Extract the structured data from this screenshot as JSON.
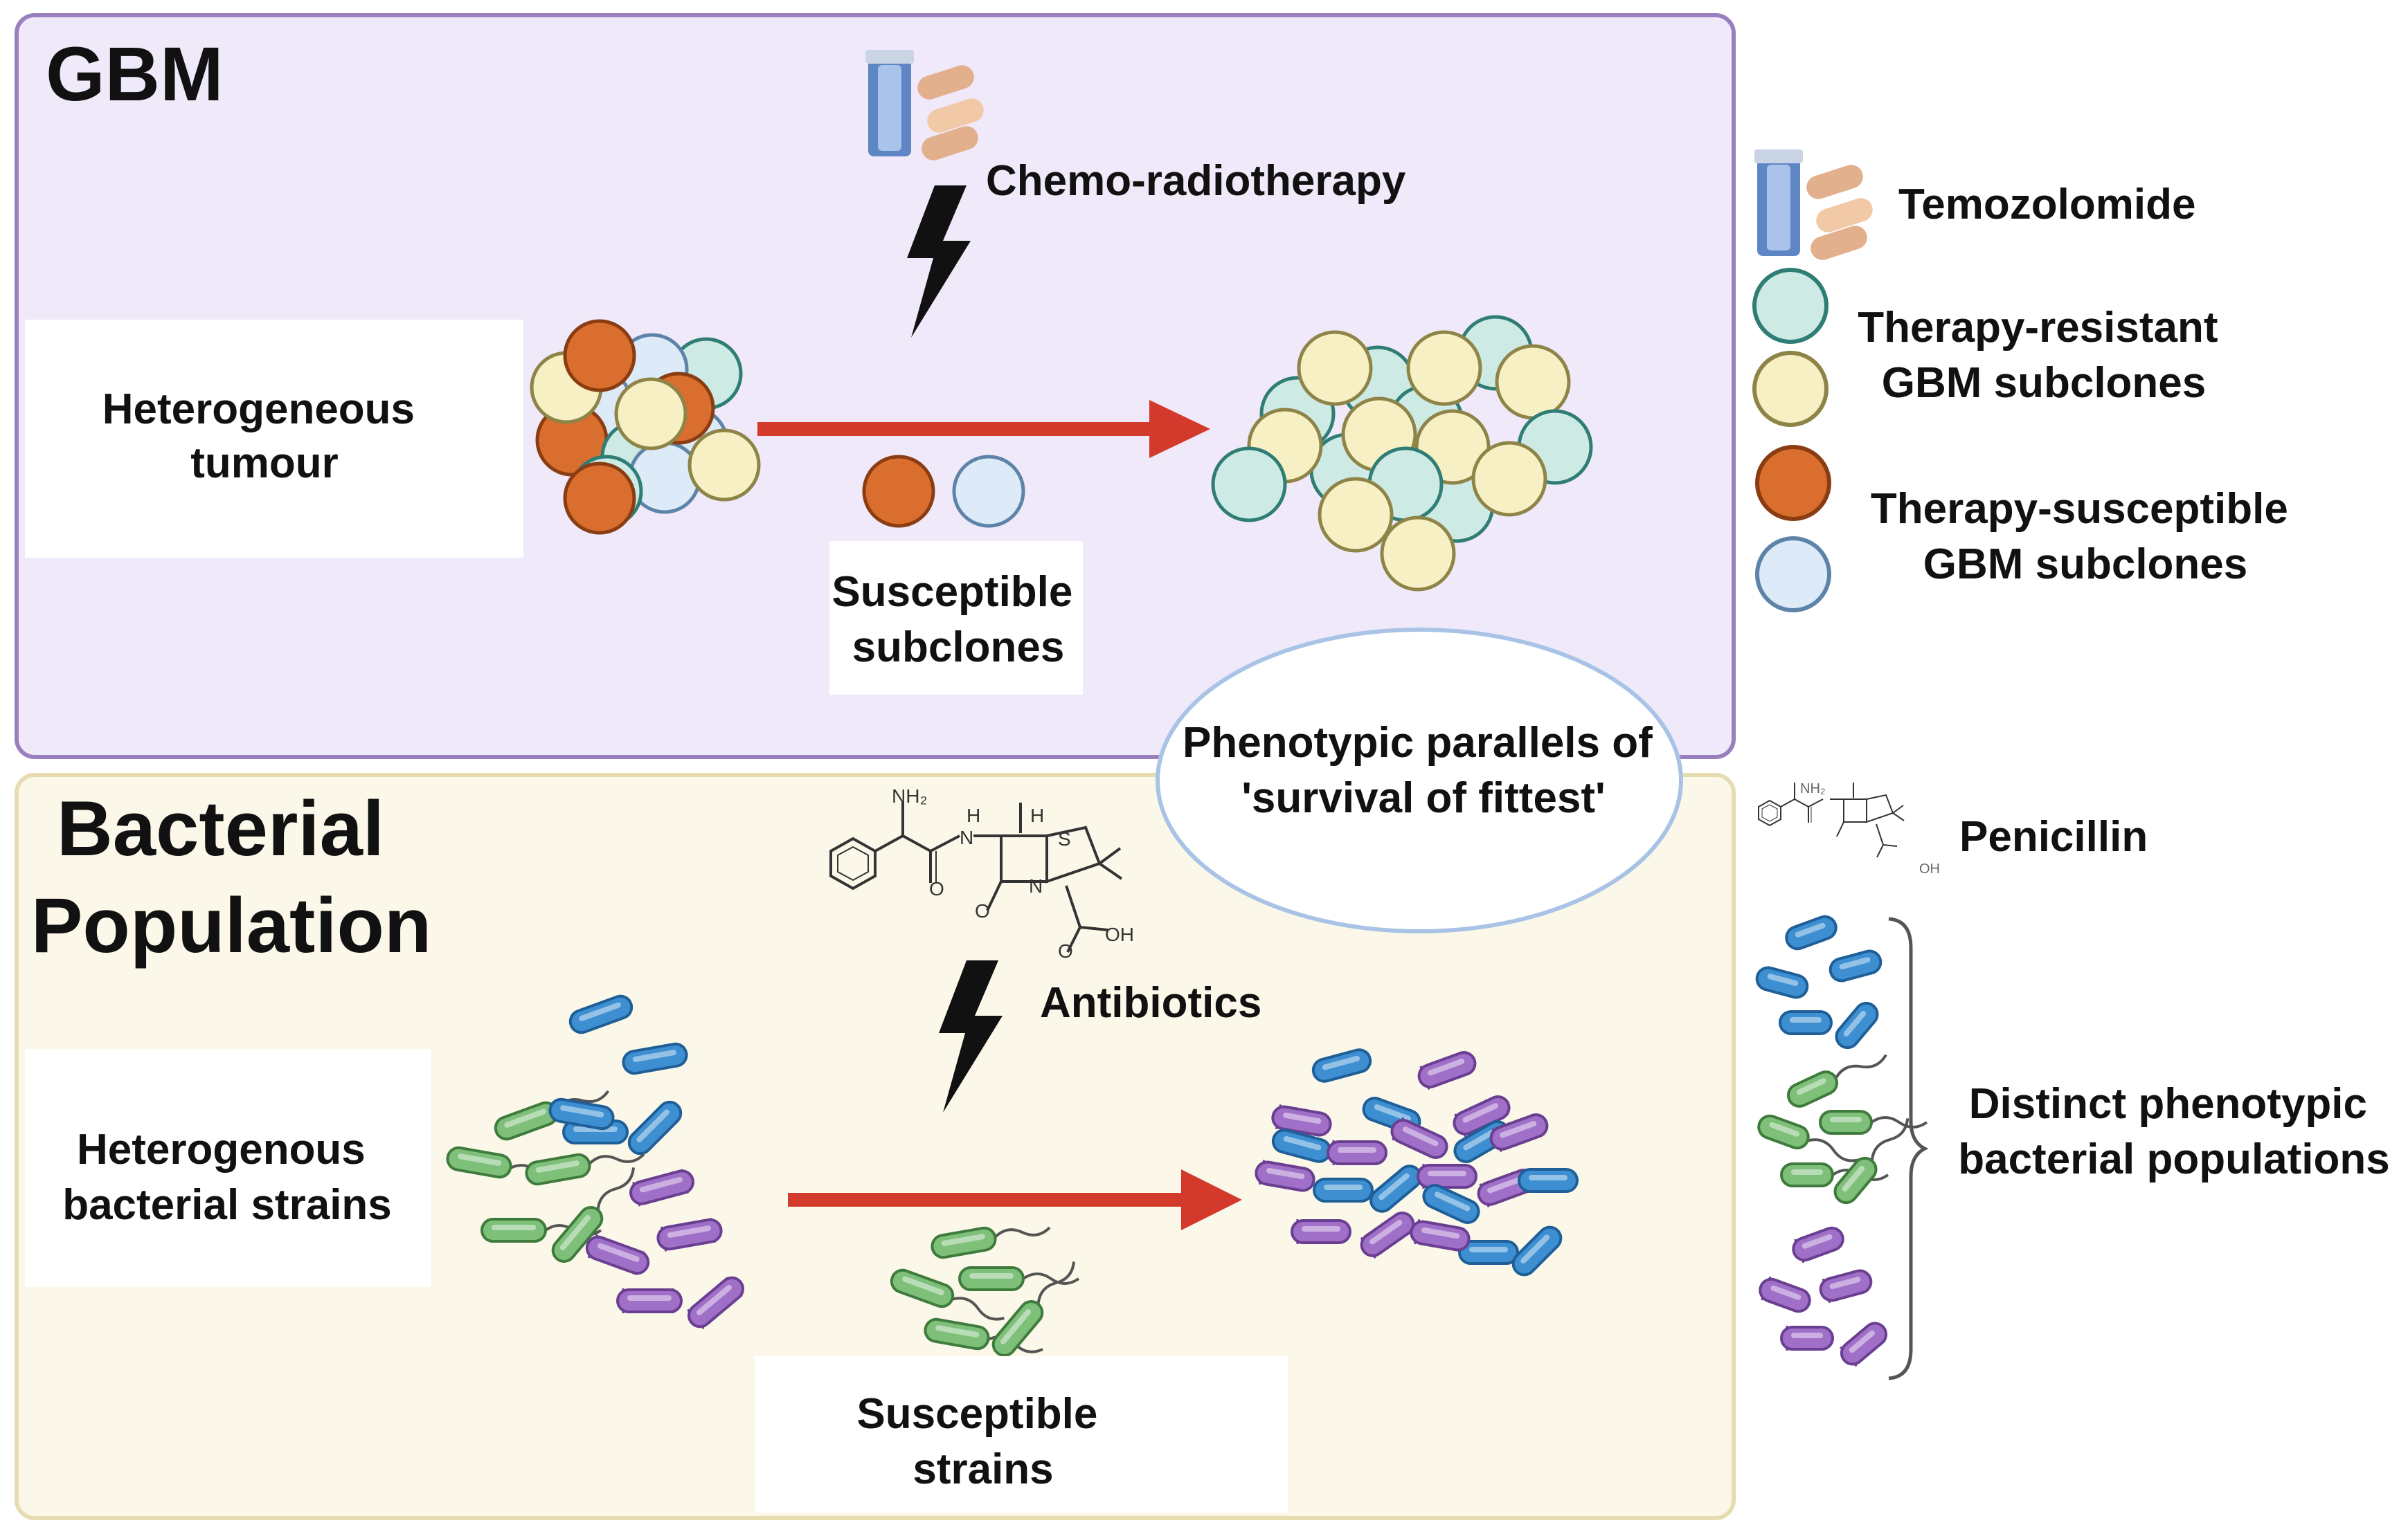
{
  "colors": {
    "gbm_panel_fill": "#efe9f9",
    "gbm_panel_stroke": "#9a7fbf",
    "bacterial_panel_fill": "#fbf8ea",
    "bacterial_panel_stroke": "#e6dcb0",
    "arrow": "#d33a2c",
    "cell_teal": "#cdeae4",
    "cell_teal_stroke": "#2f7d74",
    "cell_yellow": "#f7f0c4",
    "cell_yellow_stroke": "#8e8448",
    "cell_orange": "#d96e2e",
    "cell_orange_stroke": "#8a3d12",
    "cell_blue": "#dcebf7",
    "cell_blue_stroke": "#5d84a8",
    "bacteria_blue": "#3d8fd1",
    "bacteria_green": "#7ec07a",
    "bacteria_purple": "#a070c8"
  },
  "gbm": {
    "title": "GBM",
    "treatment": "Chemo-radiotherapy",
    "start_label": [
      "Heterogeneous",
      "tumour"
    ],
    "removed_label": [
      "Susceptible",
      "subclones"
    ]
  },
  "bacterial": {
    "title": [
      "Bacterial",
      "Population"
    ],
    "treatment": "Antibiotics",
    "start_label": [
      "Heterogenous",
      "bacterial strains"
    ],
    "removed_label": [
      "Susceptible",
      "strains"
    ]
  },
  "parallel": [
    "Phenotypic parallels of",
    "'survival of fittest'"
  ],
  "legend": {
    "temozolomide": "Temozolomide",
    "resistant": [
      "Therapy-resistant",
      "GBM subclones"
    ],
    "susceptible": [
      "Therapy-susceptible",
      "GBM subclones"
    ],
    "penicillin": "Penicillin",
    "bacterial_populations": [
      "Distinct phenotypic",
      "bacterial populations"
    ]
  },
  "icons": {
    "drug": "pill-bottle-and-capsules-icon",
    "radiation": "lightning-bolt-icon",
    "antibiotic": "penicillin-structure-icon"
  },
  "chemistry": {
    "nh2": "NH₂",
    "h": "H",
    "n": "N",
    "s": "S",
    "o": "O",
    "oh": "OH"
  }
}
